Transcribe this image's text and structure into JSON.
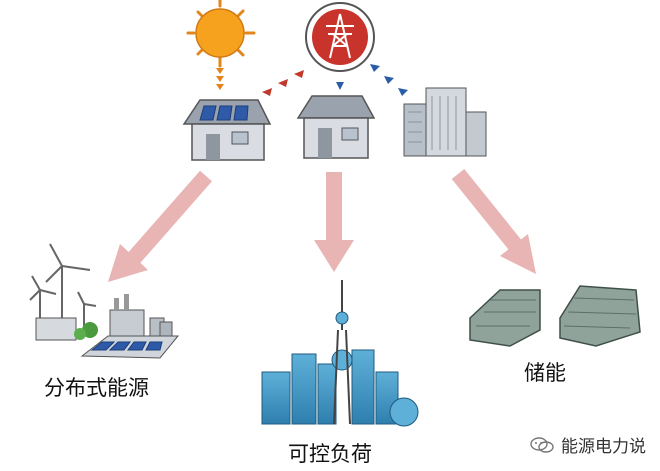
{
  "labels": {
    "distributed_energy": "分布式能源",
    "controllable_load": "可控负荷",
    "energy_storage": "储能"
  },
  "watermark": {
    "text": "能源电力说",
    "icon": "wechat-icon"
  },
  "colors": {
    "big_arrow": "#e8b4b4",
    "sun": "#f7a21e",
    "sun_ray": "#e2851a",
    "grid_badge": "#c8332b",
    "house_wall": "#d9dde3",
    "house_roof": "#9aa3ad",
    "solar_panel": "#2f5aa8",
    "dash_red": "#c0392b",
    "dash_blue": "#2a5da8",
    "building": "#c9d0d8",
    "city_blue": "#3c8fc0",
    "storage": "#8fa39a",
    "labels": "#111111"
  },
  "icons": [
    "sun-icon",
    "power-tower-icon",
    "solar-house-icon",
    "house-icon",
    "office-building-icon",
    "wind-solar-plant-icon",
    "city-skyline-icon",
    "battery-storage-icon"
  ]
}
